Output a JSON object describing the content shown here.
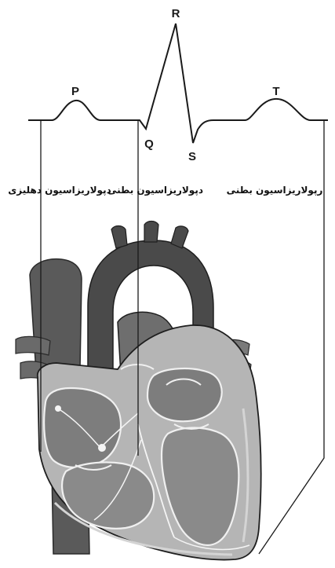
{
  "ecg": {
    "labels": {
      "p": "P",
      "q": "Q",
      "r": "R",
      "s": "S",
      "t": "T"
    }
  },
  "annotations": {
    "atrial_depolarization": "دپولاریزاسیون دهلیزی",
    "ventricular_depolarization": "دپولاریزاسیون بطنی",
    "ventricular_repolarization": "رپولاریزاسیون بطنی"
  },
  "colors": {
    "ink": "#1a1a1a",
    "heart_dark": "#4a4a4a",
    "heart_mid": "#8a8a8a",
    "heart_light": "#b9b9b9",
    "heart_pale": "#d8d8d8"
  }
}
